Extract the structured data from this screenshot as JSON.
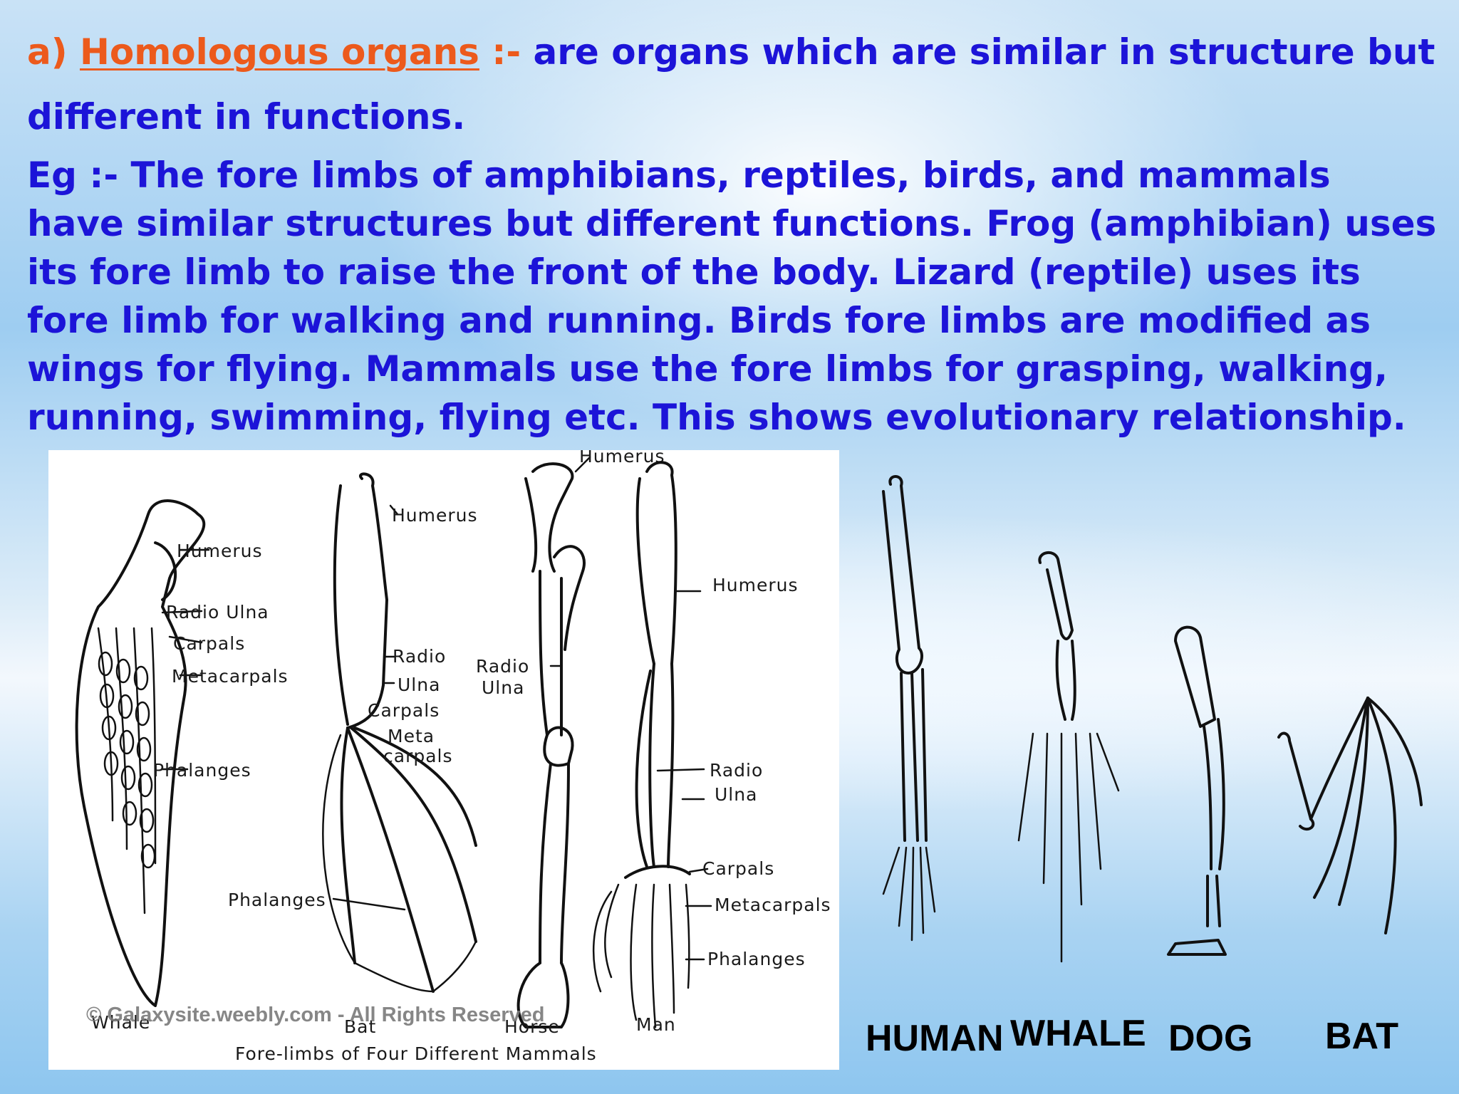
{
  "definition": {
    "prefix": "a) ",
    "term": "Homologous organs",
    "separator": " :-",
    "text": "  are organs which are similar in structure but different in functions."
  },
  "example": {
    "label": "Eg :-",
    "text": " The fore limbs of amphibians, reptiles, birds, and mammals have similar structures but different functions. Frog (amphibian) uses its fore limb to raise the front of the body. Lizard (reptile) uses its fore limb for walking and running. Birds fore limbs are modified as wings for flying. Mammals use the fore limbs for grasping, walking, running, swimming, flying etc. This shows evolutionary relationship."
  },
  "left_figure": {
    "caption": "Fore-limbs of Four Different Mammals",
    "watermark": "© Galaxysite.weebly.com - All Rights Reserved",
    "whale": {
      "name": "Whale",
      "labels": [
        "Humerus",
        "Radio Ulna",
        "Carpals",
        "Metacarpals",
        "Phalanges"
      ]
    },
    "bat": {
      "name": "Bat",
      "labels": [
        "Humerus",
        "Radio",
        "Ulna",
        "Carpals",
        "Meta",
        "carpals",
        "Phalanges"
      ]
    },
    "horse": {
      "name": "Horse",
      "labels": [
        "Humerus",
        "Radio",
        "Ulna"
      ]
    },
    "man": {
      "name": "Man",
      "labels": [
        "Humerus",
        "Radio",
        "Ulna",
        "Carpals",
        "Metacarpals",
        "Phalanges"
      ]
    }
  },
  "right_figure": {
    "labels": [
      "HUMAN",
      "WHALE",
      "DOG",
      "BAT"
    ]
  }
}
